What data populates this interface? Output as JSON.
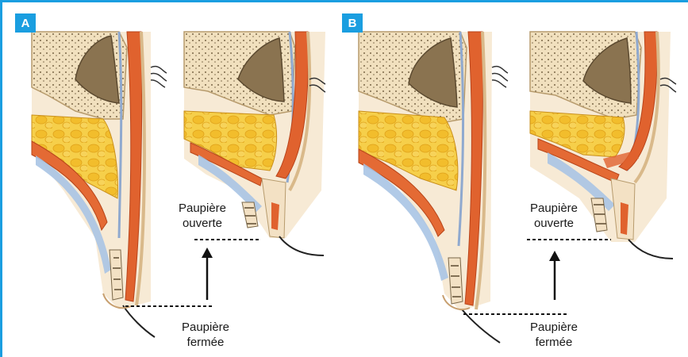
{
  "colors": {
    "accent": "#1a9ee0",
    "skin": "#f3e1c4",
    "fat": "#f2c437",
    "muscle": "#e0622e",
    "bone": "#8a6f4a",
    "tendon": "#9db9dc"
  },
  "panels": [
    {
      "badge": "A",
      "open_label": {
        "line1": "Paupière",
        "line2": "ouverte"
      },
      "closed_label": {
        "line1": "Paupière",
        "line2": "fermée"
      }
    },
    {
      "badge": "B",
      "open_label": {
        "line1": "Paupière",
        "line2": "ouverte"
      },
      "closed_label": {
        "line1": "Paupière",
        "line2": "fermée"
      }
    }
  ]
}
